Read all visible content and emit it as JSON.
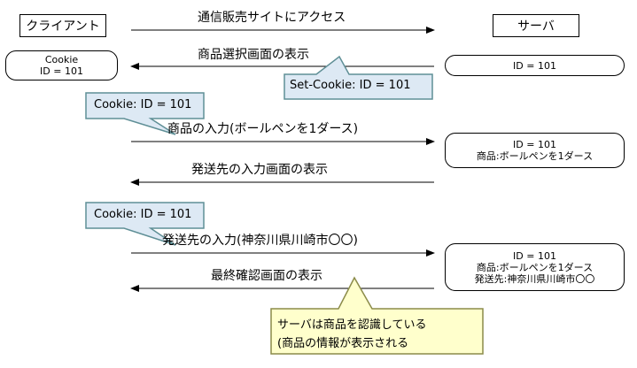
{
  "actors": {
    "client": "クライアント",
    "server": "サーバ"
  },
  "client_states": {
    "first_cookie": [
      "Cookie",
      "ID = 101"
    ]
  },
  "server_states": [
    [
      "ID = 101"
    ],
    [
      "ID = 101",
      "商品:ボールペンを1ダース"
    ],
    [
      "ID = 101",
      "商品:ボールペンを1ダース",
      "発送先:神奈川県川崎市〇〇"
    ]
  ],
  "messages": [
    "通信販売サイトにアクセス",
    "商品選択画面の表示",
    "商品の入力(ボールペンを1ダース)",
    "発送先の入力画面の表示",
    "発送先の入力(神奈川県川崎市〇〇)",
    "最終確認画面の表示"
  ],
  "callouts": {
    "set_cookie": "Set-Cookie: ID = 101",
    "cookie_1": "Cookie: ID = 101",
    "cookie_2": "Cookie: ID = 101",
    "note": [
      "サーバは商品を認識している",
      "(商品の情報が表示される"
    ]
  },
  "colors": {
    "callout_blue_fill": "#dde9f4",
    "callout_yellow_fill": "#ffffcc",
    "callout_border_teal": "#5f8f96",
    "callout_border_olive": "#8c8c4a"
  }
}
